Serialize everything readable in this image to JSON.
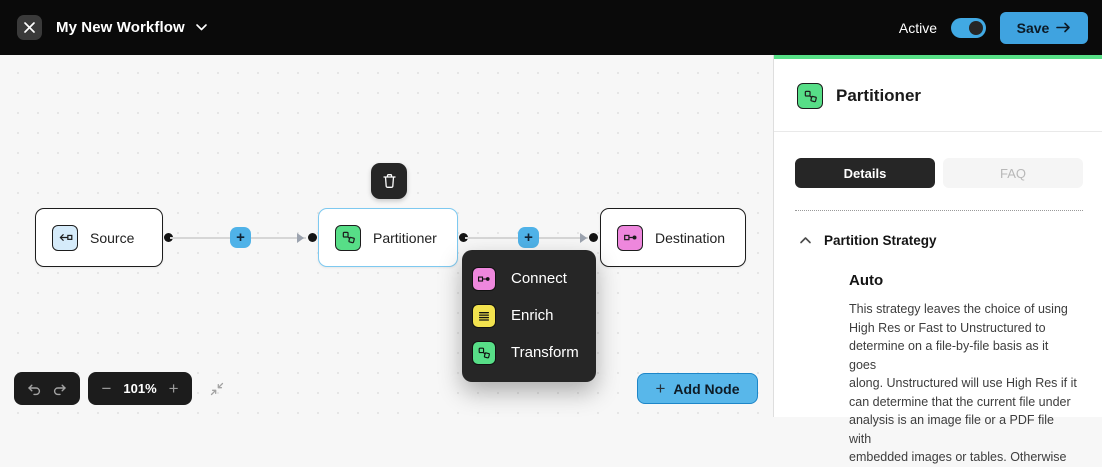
{
  "topbar": {
    "title": "My New Workflow",
    "active_label": "Active",
    "active_state": true,
    "save_label": "Save"
  },
  "canvas": {
    "nodes": [
      {
        "label": "Source",
        "icon": "source-icon",
        "icon_color": "#d5ebfa"
      },
      {
        "label": "Partitioner",
        "icon": "partitioner-icon",
        "icon_color": "#57de87",
        "selected": true
      },
      {
        "label": "Destination",
        "icon": "destination-icon",
        "icon_color": "#ee87dd"
      }
    ],
    "edge_plus_label": "+",
    "menu": {
      "items": [
        {
          "label": "Connect",
          "icon": "connect-icon",
          "icon_color": "#ee87dd"
        },
        {
          "label": "Enrich",
          "icon": "enrich-icon",
          "icon_color": "#f2e24e"
        },
        {
          "label": "Transform",
          "icon": "transform-icon",
          "icon_color": "#57de87"
        }
      ]
    },
    "controls": {
      "zoom_level": "101%",
      "zoom_out_label": "−",
      "zoom_in_label": "+"
    },
    "add_node": {
      "plus": "+",
      "label": "Add Node"
    }
  },
  "panel": {
    "title": "Partitioner",
    "tabs": [
      {
        "label": "Details",
        "active": true
      },
      {
        "label": "FAQ",
        "active": false
      }
    ],
    "section": {
      "title": "Partition Strategy",
      "strategy_name": "Auto",
      "strategy_description": "This strategy leaves the choice of using\nHigh Res or Fast to Unstructured to\ndetermine on a file-by-file basis as it goes\nalong. Unstructured will use High Res if it\ncan determine that the current file under\nanalysis is an image file or a PDF file with\nembedded images or tables. Otherwise"
    }
  },
  "colors": {
    "accent_blue": "#3fa3e0",
    "accent_green": "#57e087",
    "node_pink": "#ee87dd",
    "node_yellow": "#f2e24e",
    "menu_dark": "#262626",
    "canvas_bg": "#f7f7f7"
  }
}
